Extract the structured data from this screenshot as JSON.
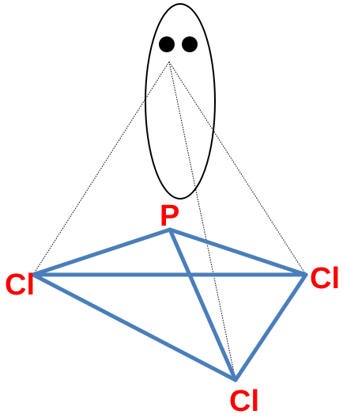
{
  "labels": {
    "phosphorus": "P",
    "chlorine_left": "Cl",
    "chlorine_right": "Cl",
    "chlorine_bottom": "Cl"
  },
  "colors": {
    "bond": "#4A7EBB",
    "atom_label": "#FF0000",
    "lone_pair": "#000000",
    "guide_line": "#000000"
  }
}
